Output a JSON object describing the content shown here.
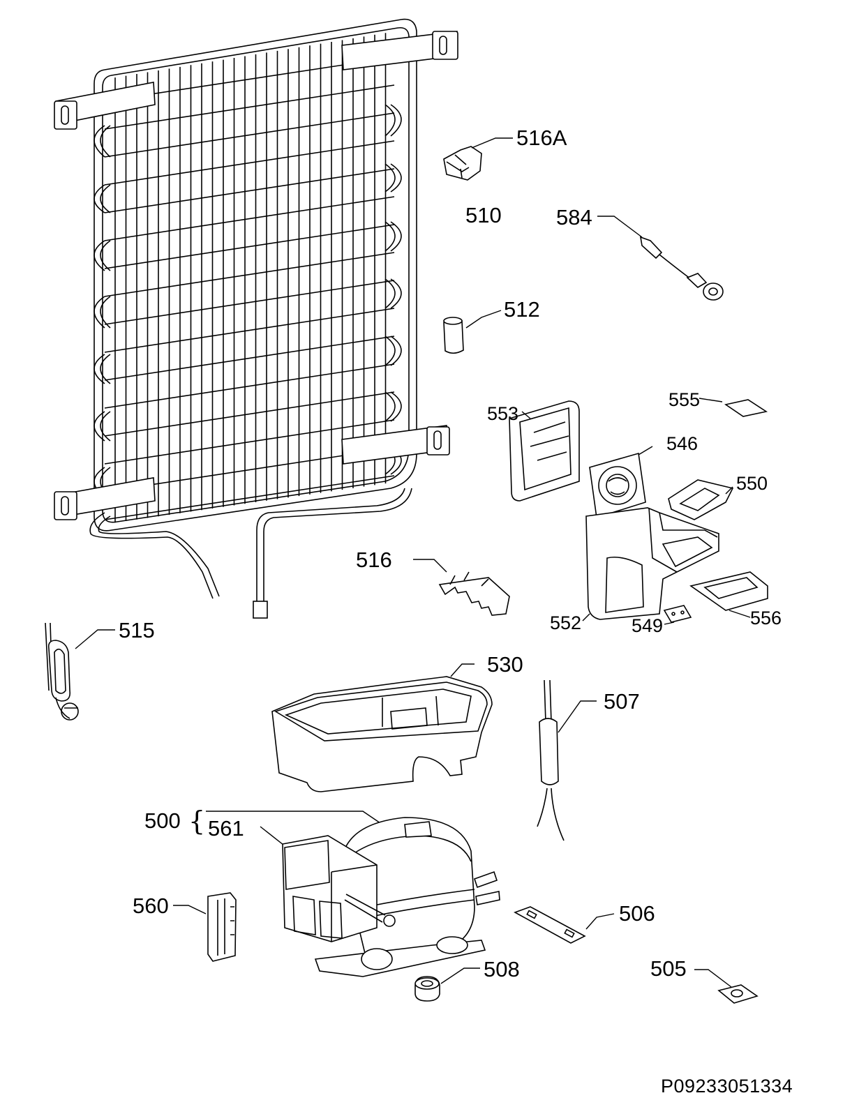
{
  "parts": [
    {
      "id": "condenser",
      "label": "510"
    },
    {
      "id": "clip-516a",
      "label": "516A"
    },
    {
      "id": "cable-584",
      "label": "584"
    },
    {
      "id": "sleeve-512",
      "label": "512"
    },
    {
      "id": "fan-cover-553",
      "label": "553"
    },
    {
      "id": "pad-555",
      "label": "555"
    },
    {
      "id": "fan-546",
      "label": "546"
    },
    {
      "id": "bracket-550",
      "label": "550"
    },
    {
      "id": "clamp-516",
      "label": "516"
    },
    {
      "id": "housing-552",
      "label": "552"
    },
    {
      "id": "clip-549",
      "label": "549"
    },
    {
      "id": "tray-556",
      "label": "556"
    },
    {
      "id": "heater-515",
      "label": "515"
    },
    {
      "id": "drip-tray-530",
      "label": "530"
    },
    {
      "id": "drier-507",
      "label": "507"
    },
    {
      "id": "compressor-assembly-500",
      "label": "500"
    },
    {
      "id": "relay-561",
      "label": "561"
    },
    {
      "id": "capacitor-560",
      "label": "560"
    },
    {
      "id": "plate-506",
      "label": "506"
    },
    {
      "id": "grommet-508",
      "label": "508"
    },
    {
      "id": "clip-505",
      "label": "505"
    }
  ],
  "reference_code": "P09233051334"
}
